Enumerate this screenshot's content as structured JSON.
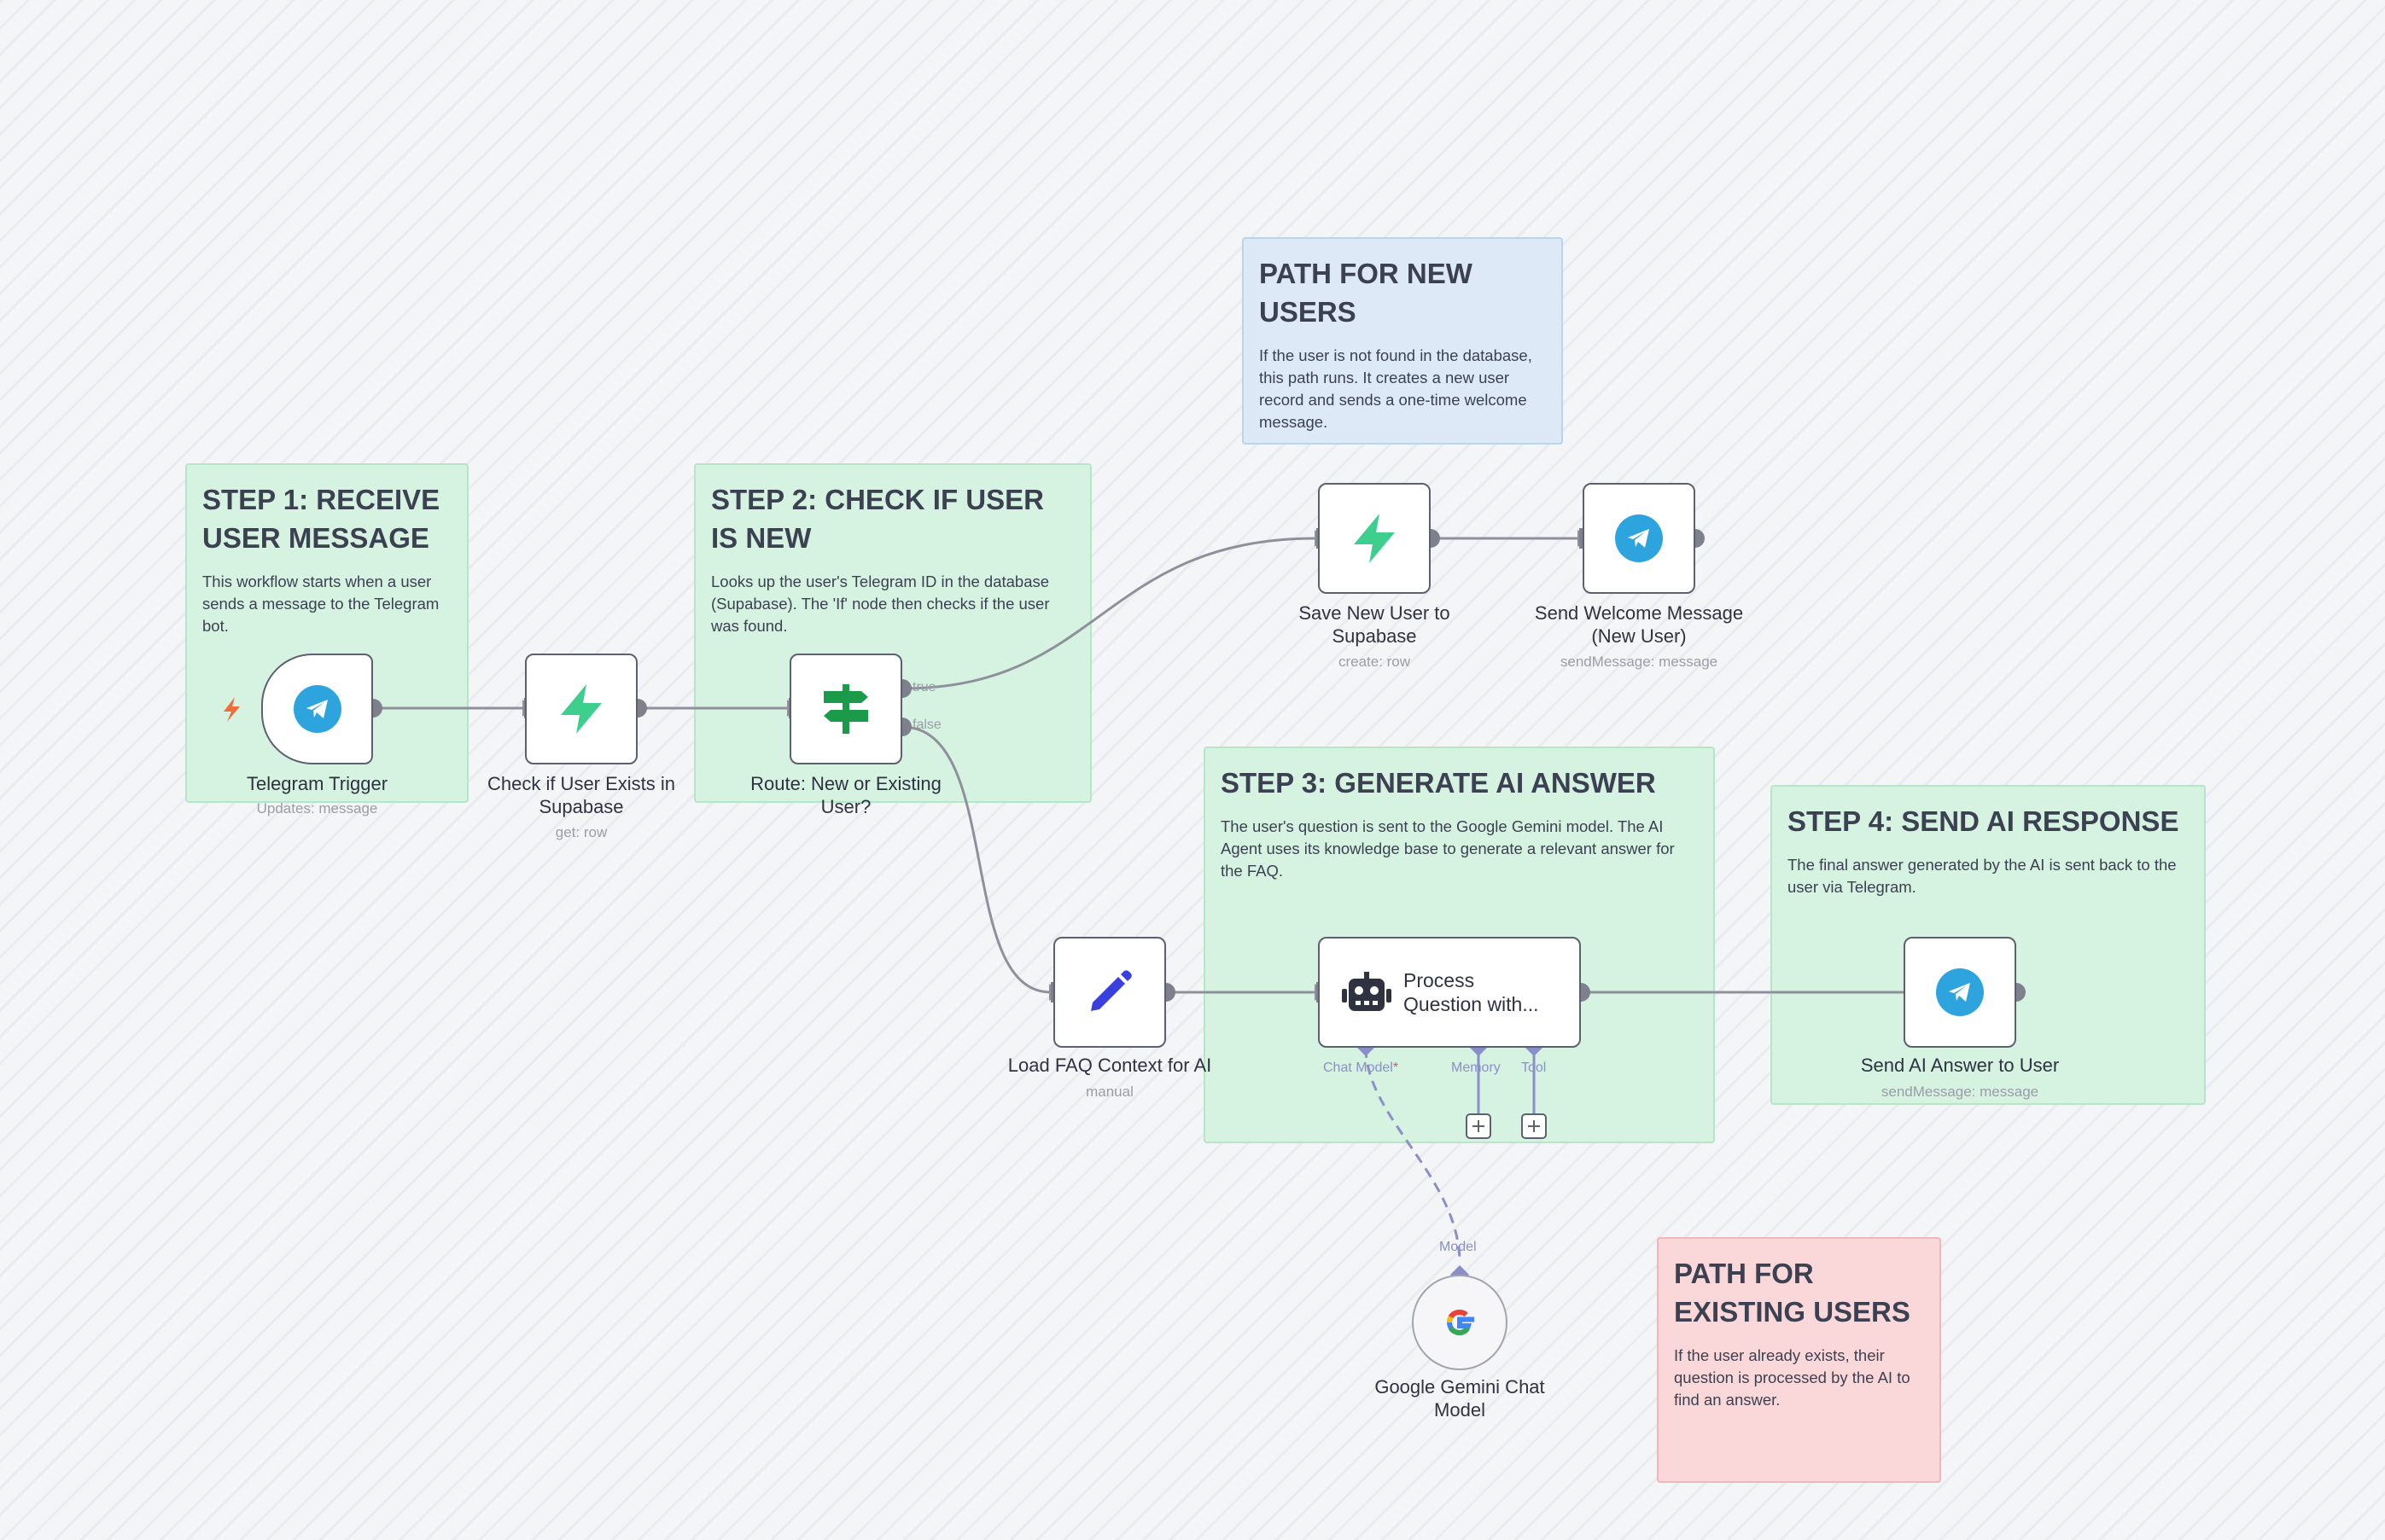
{
  "stickies": {
    "step1": {
      "title": "STEP 1: RECEIVE USER MESSAGE",
      "text": "This workflow starts when a user sends a message to the Telegram bot."
    },
    "step2": {
      "title": "STEP 2: CHECK IF USER IS NEW",
      "text": "Looks up the user's Telegram ID in the database (Supabase). The 'If' node then checks if the user was found."
    },
    "new_path": {
      "title": "PATH FOR NEW USERS",
      "text": "If the user is not found in the database, this path runs. It creates a new user record and sends a one-time welcome message."
    },
    "step3": {
      "title": "STEP 3: GENERATE AI ANSWER",
      "text": "The user's question is sent to the Google Gemini model. The AI Agent uses its knowledge base to generate a relevant answer for the FAQ."
    },
    "step4": {
      "title": "STEP 4: SEND AI RESPONSE",
      "text": "The final answer generated by the AI is sent back to the user via Telegram."
    },
    "existing_path": {
      "title": "PATH FOR EXISTING USERS",
      "text": "If the user already exists, their question is processed by the AI to find an answer."
    }
  },
  "nodes": {
    "telegram_trigger": {
      "name": "Telegram Trigger",
      "subtitle": "Updates: message",
      "icon": "telegram-icon"
    },
    "check_user": {
      "name": "Check if User Exists in Supabase",
      "subtitle": "get: row",
      "icon": "supabase-icon"
    },
    "route": {
      "name": "Route: New or Existing User?",
      "icon": "signpost-icon",
      "output_true": "true",
      "output_false": "false"
    },
    "save_user": {
      "name": "Save New User to Supabase",
      "subtitle": "create: row",
      "icon": "supabase-icon"
    },
    "welcome": {
      "name": "Send Welcome Message (New User)",
      "subtitle": "sendMessage: message",
      "icon": "telegram-icon"
    },
    "load_faq": {
      "name": "Load FAQ Context for AI",
      "subtitle": "manual",
      "icon": "pencil-icon"
    },
    "process": {
      "name": "Process Question with...",
      "icon": "robot-icon",
      "port_chat_model": "Chat Model",
      "required_mark": "*",
      "port_memory": "Memory",
      "port_tool": "Tool"
    },
    "send_answer": {
      "name": "Send AI Answer to User",
      "subtitle": "sendMessage: message",
      "icon": "telegram-icon"
    },
    "gemini": {
      "name": "Google Gemini Chat Model",
      "port_model": "Model",
      "icon": "google-icon"
    }
  },
  "colors": {
    "sticky_green": "#d6f2e1",
    "sticky_blue": "#dde9f6",
    "sticky_red": "#fad8da",
    "telegram": "#2ea4de",
    "supabase": "#3ecf8e",
    "route_icon": "#1b9a4a",
    "pencil": "#3a3fe0",
    "ai_port": "#8b8fc9",
    "trigger_bolt": "#f26b3a"
  }
}
